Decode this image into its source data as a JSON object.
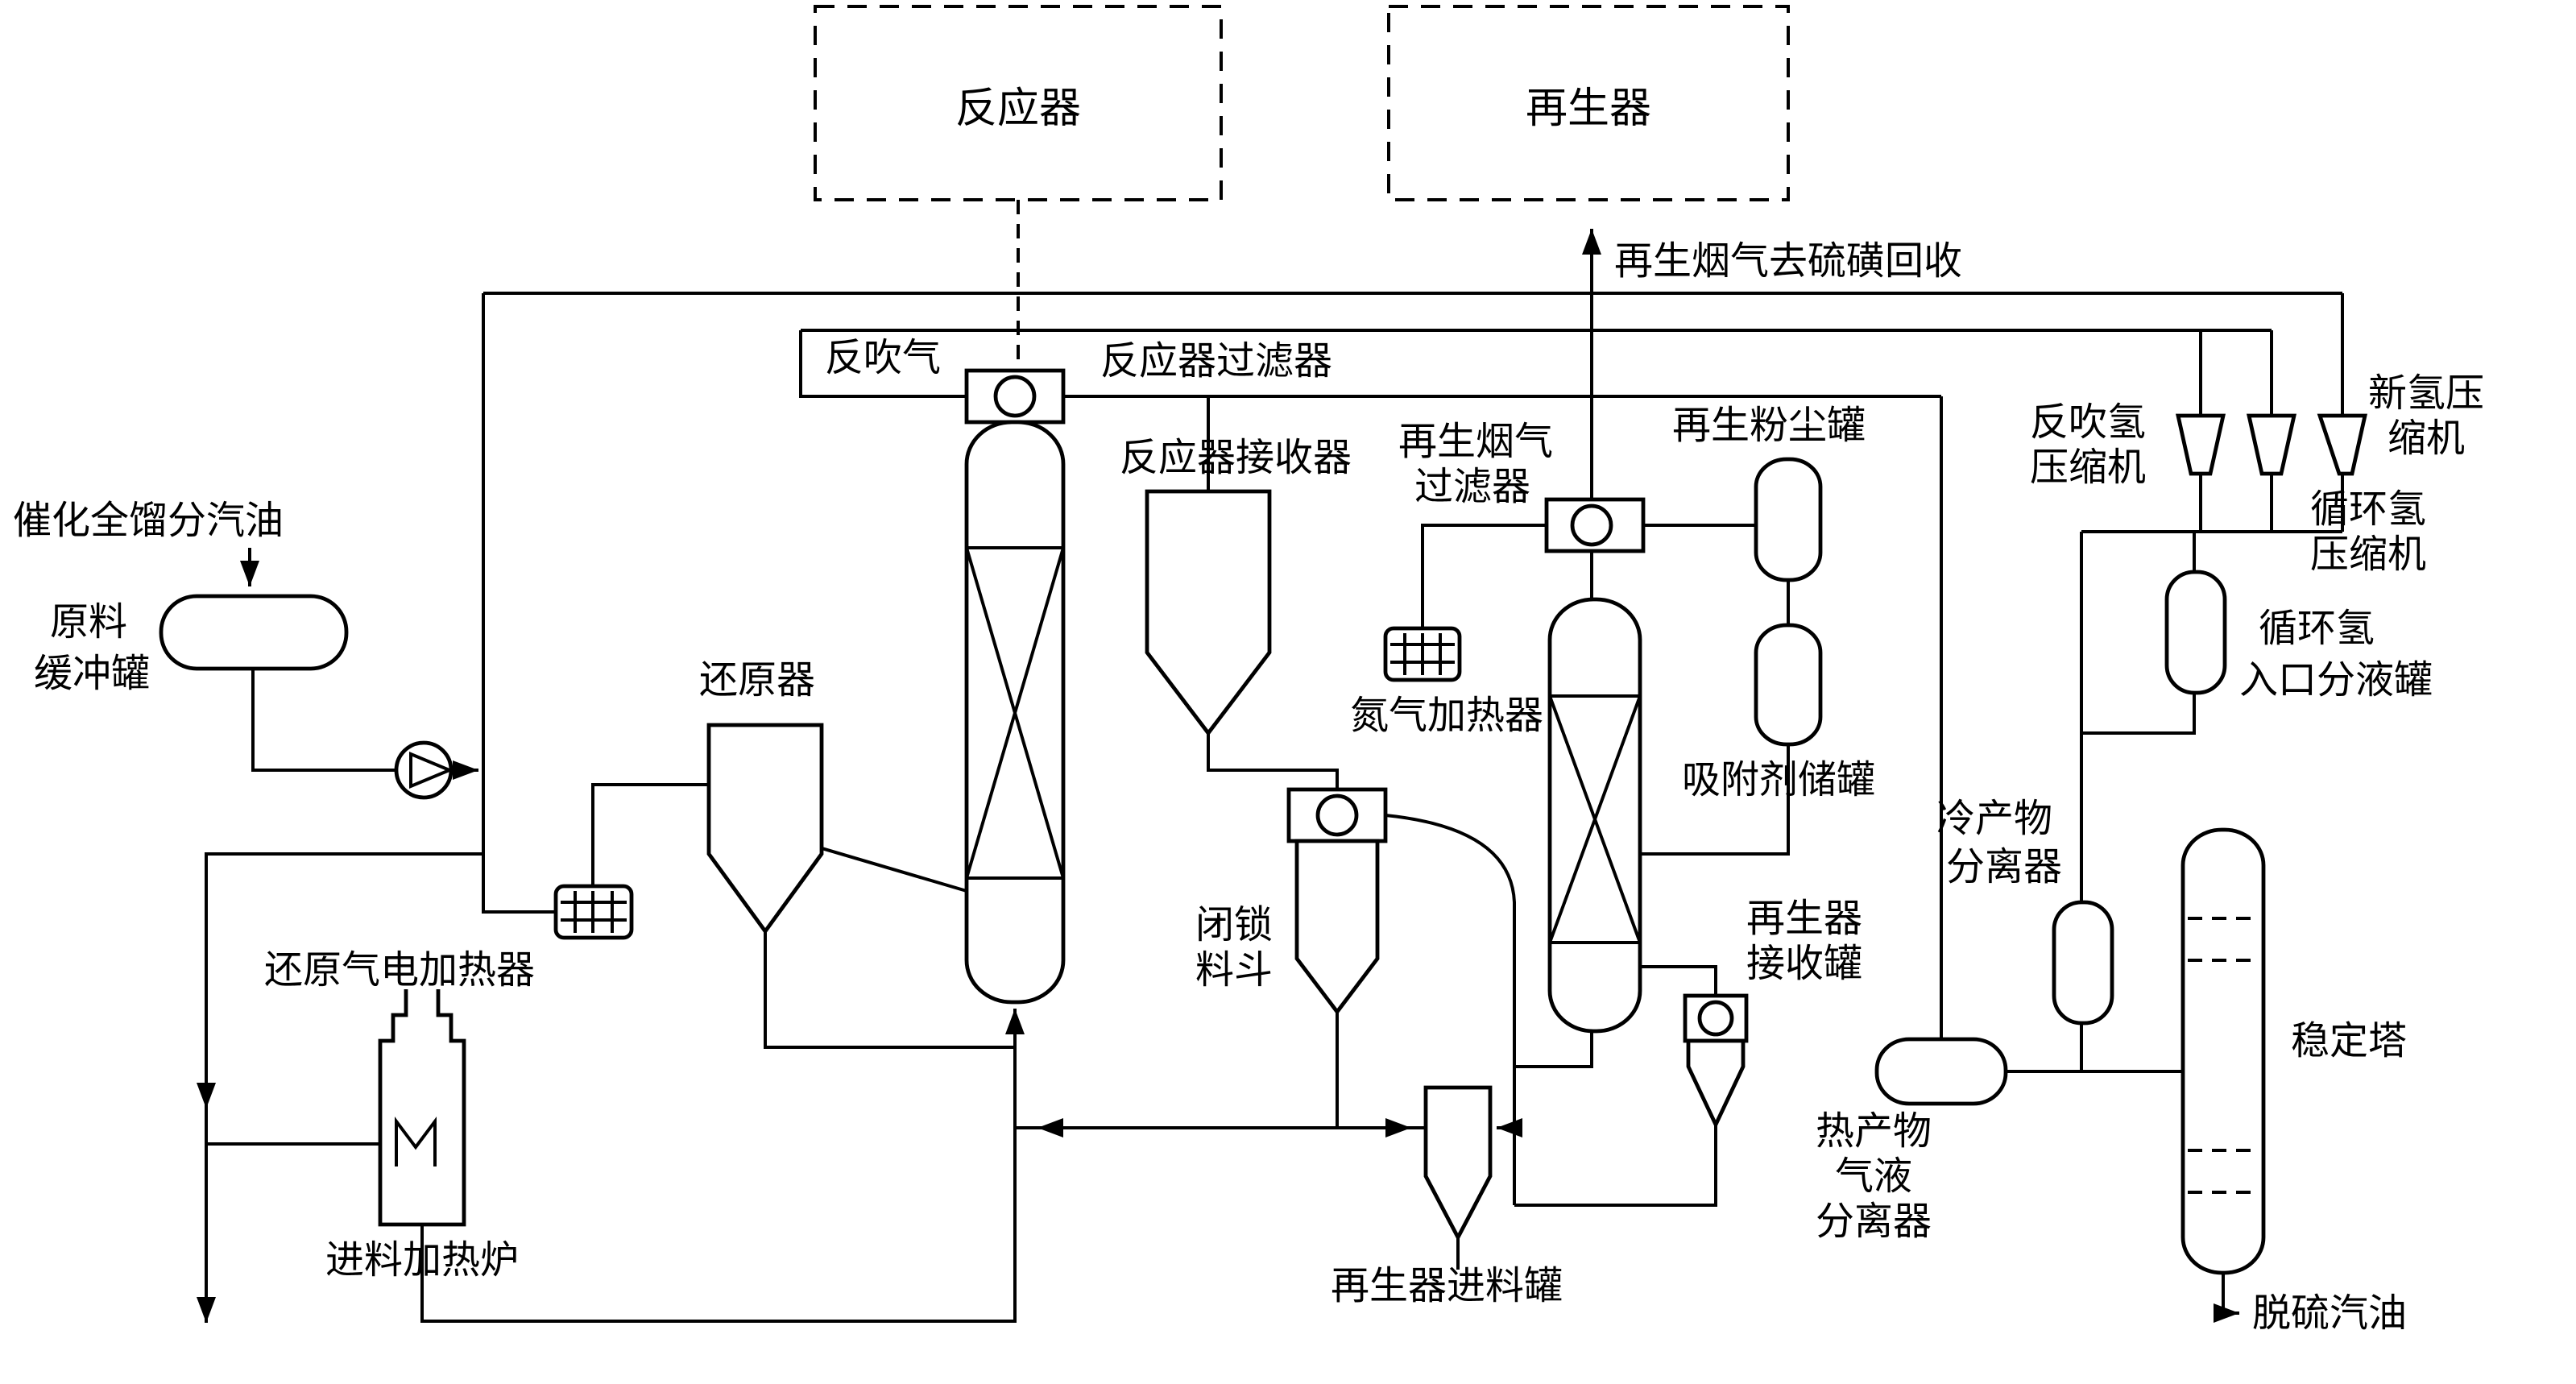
{
  "colors": {
    "stroke": "#000000",
    "background": "#ffffff"
  },
  "frames": {
    "reactor": "反应器",
    "regenerator": "再生器"
  },
  "streams": {
    "feed": "催化全馏分汽油",
    "backflush_gas": "反吹气",
    "flue_gas": "再生烟气去硫磺回收",
    "desulfurized_gasoline": "脱硫汽油"
  },
  "equipment": {
    "feed_buffer_drum": [
      "原料",
      "缓冲罐"
    ],
    "reactor_filter": "反应器过滤器",
    "reactor_receiver": "反应器接收器",
    "reducer": "还原器",
    "reduction_gas_heater": "还原气电加热器",
    "feed_furnace": "进料加热炉",
    "lock_hopper": [
      "闭锁",
      "料斗"
    ],
    "regenerator_feed_tank": "再生器进料罐",
    "regen_flue_gas_filter": [
      "再生烟气",
      "过滤器"
    ],
    "nitrogen_heater": "氮气加热器",
    "regen_dust_tank": "再生粉尘罐",
    "adsorbent_tank": "吸附剂储罐",
    "regenerator_receiver": [
      "再生器",
      "接收罐"
    ],
    "backflush_h2_compressor": [
      "反吹氢",
      "压缩机"
    ],
    "fresh_h2_compressor": [
      "新氢压",
      "缩机"
    ],
    "recycle_h2_compressor": [
      "循环氢",
      "压缩机"
    ],
    "recycle_h2_inlet_drum": [
      "循环氢",
      "入口分液罐"
    ],
    "cold_product_separator": [
      "冷产物",
      "分离器"
    ],
    "hot_product_separator": [
      "热产物",
      "气液",
      "分离器"
    ],
    "stabilizer": "稳定塔"
  }
}
